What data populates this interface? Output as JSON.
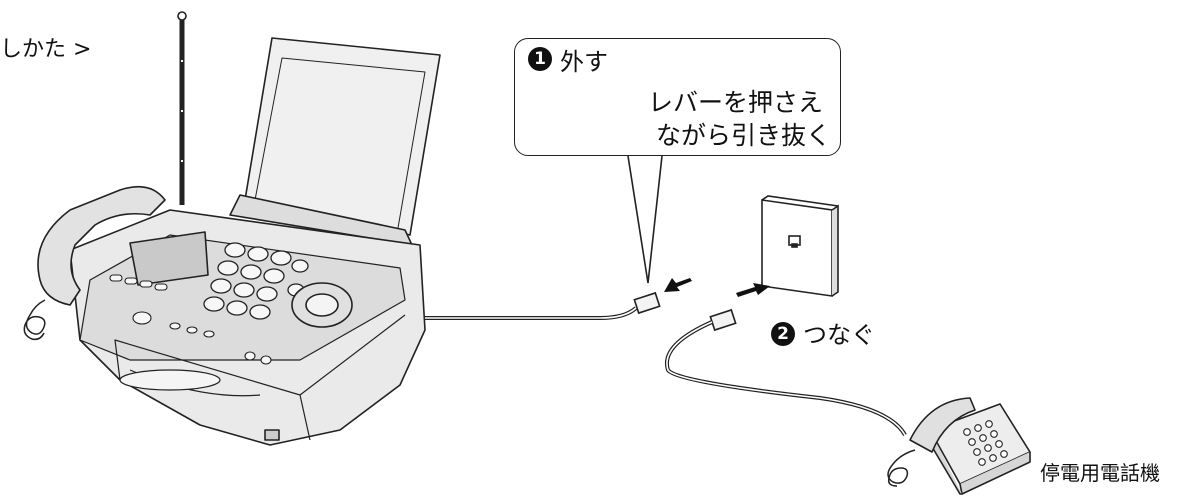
{
  "diagram": {
    "title_fragment": "しかた >",
    "step1": {
      "number": "1",
      "label": "外す"
    },
    "instruction_lines": [
      "レバーを押さえ",
      "ながら引き抜く"
    ],
    "step2": {
      "number": "2",
      "label": "つなぐ"
    },
    "phone_label": "停電用電話機"
  }
}
